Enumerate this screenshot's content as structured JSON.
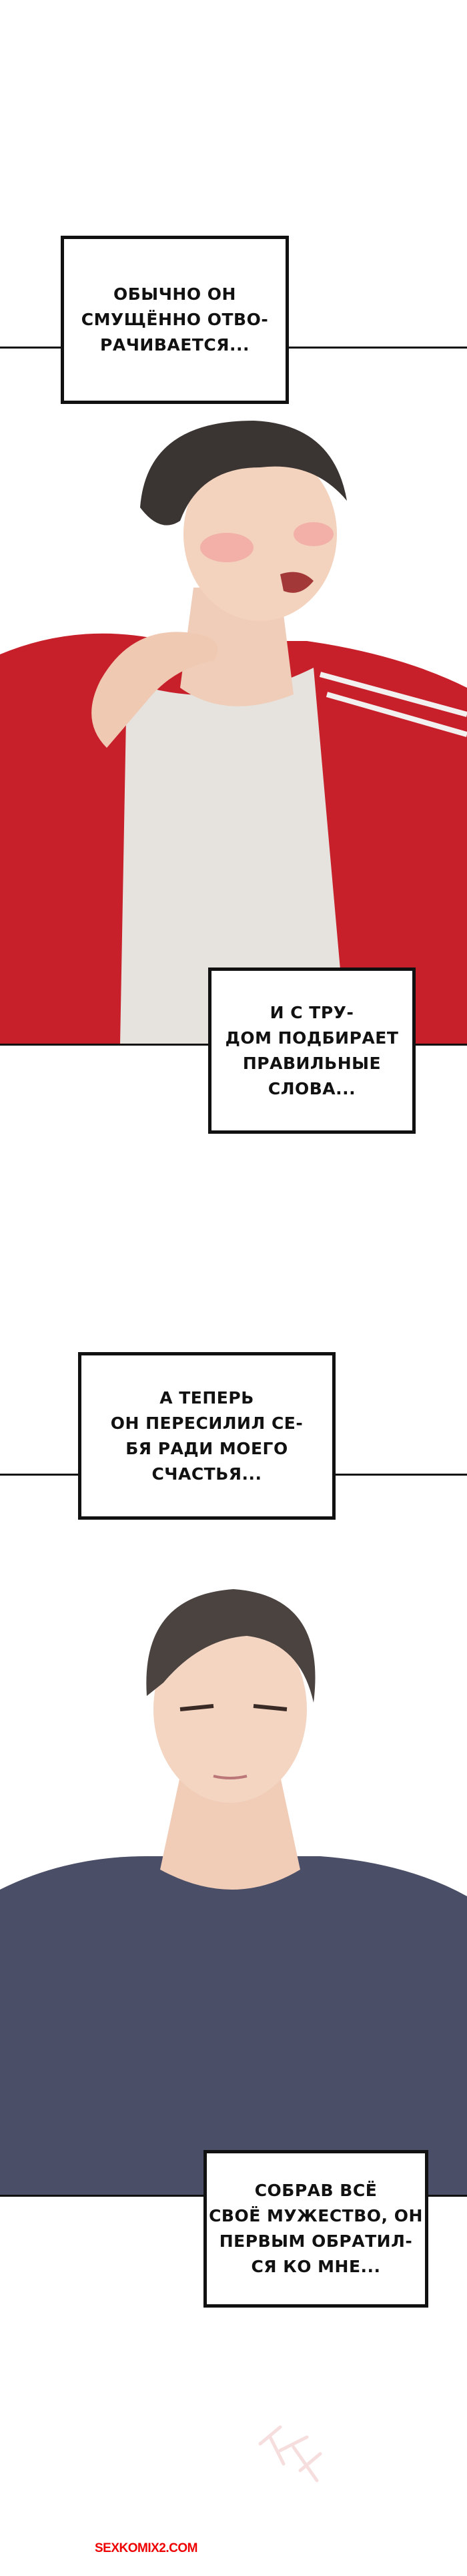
{
  "captions": [
    {
      "text": "ОБЫЧНО ОН\nСМУЩЁННО ОТВО-\nРАЧИВАЕТСЯ..."
    },
    {
      "text": "И С ТРУ-\nДОМ ПОДБИРАЕТ\nПРАВИЛЬНЫЕ\nСЛОВА..."
    },
    {
      "text": "А ТЕПЕРЬ\nОН ПЕРЕСИЛИЛ СЕ-\nБЯ РАДИ МОЕГО\nСЧАСТЬЯ..."
    },
    {
      "text": "СОБРАВ ВСЁ\nСВОЁ МУЖЕСТВО, ОН\nПЕРВЫМ ОБРАТИЛ-\nСЯ КО МНЕ..."
    }
  ],
  "watermark": {
    "site": "SEXKOMIX2.COM"
  },
  "colors": {
    "jacket": "#c8202a",
    "shirt_white": "#e6e3df",
    "shirt_navy": "#4a4e66",
    "skin": "#f3d2be",
    "hair": "#3a3532",
    "watermark": "#e00000"
  }
}
